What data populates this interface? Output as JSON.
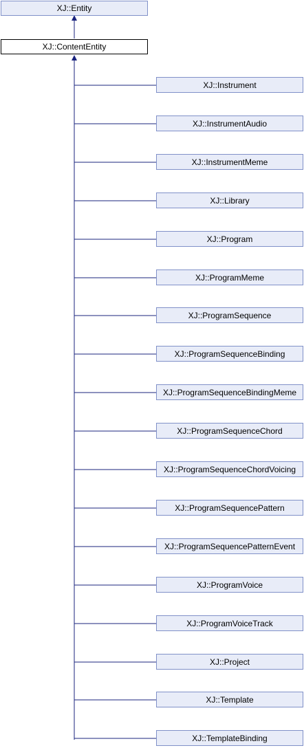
{
  "diagram": {
    "base_class": "XJ::Entity",
    "focus_class": "XJ::ContentEntity",
    "derived_classes": [
      "XJ::Instrument",
      "XJ::InstrumentAudio",
      "XJ::InstrumentMeme",
      "XJ::Library",
      "XJ::Program",
      "XJ::ProgramMeme",
      "XJ::ProgramSequence",
      "XJ::ProgramSequenceBinding",
      "XJ::ProgramSequenceBindingMeme",
      "XJ::ProgramSequenceChord",
      "XJ::ProgramSequenceChordVoicing",
      "XJ::ProgramSequencePattern",
      "XJ::ProgramSequencePatternEvent",
      "XJ::ProgramVoice",
      "XJ::ProgramVoiceTrack",
      "XJ::Project",
      "XJ::Template",
      "XJ::TemplateBinding"
    ],
    "colors": {
      "edge": "#1a237e",
      "node_fill": "#e8ecf8",
      "node_border": "#8090c8",
      "focus_border": "#000000"
    }
  }
}
